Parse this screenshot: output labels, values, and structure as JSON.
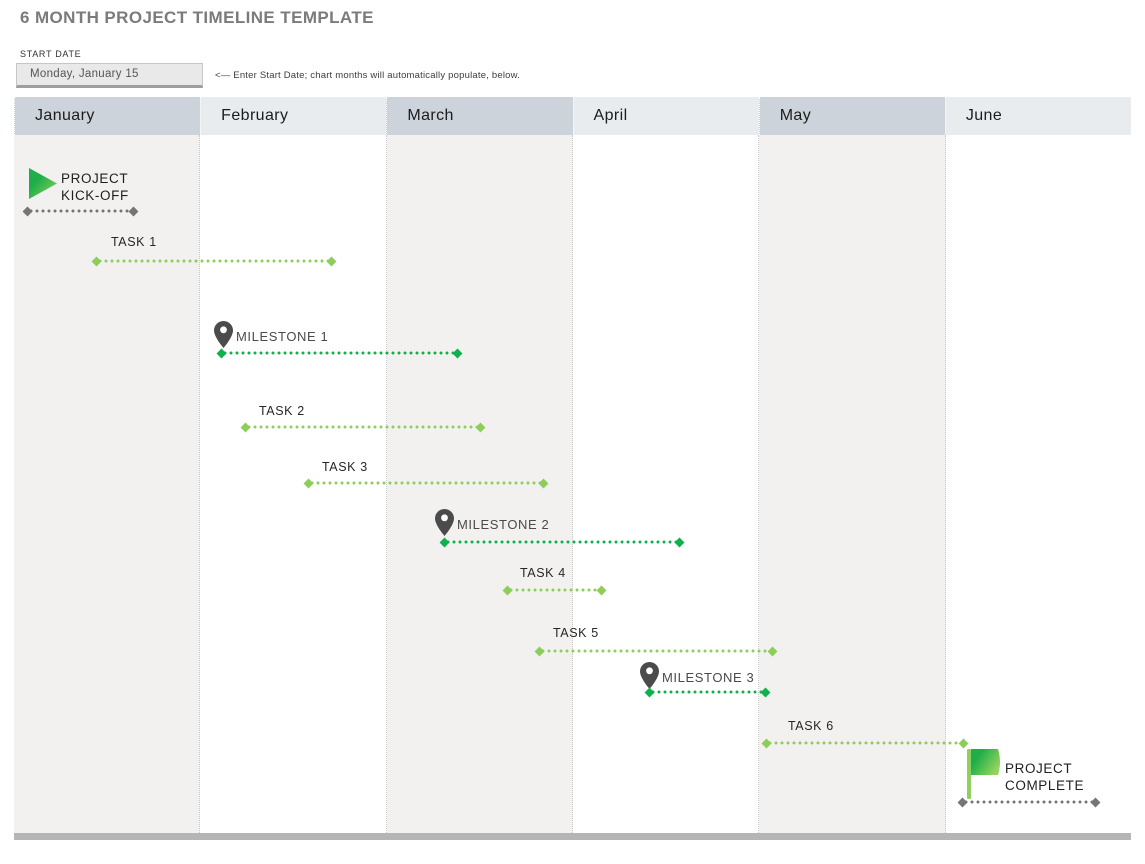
{
  "title": "6 MONTH PROJECT TIMELINE TEMPLATE",
  "start_date": {
    "label": "START DATE",
    "value": "Monday, January 15",
    "hint": "<— Enter Start Date; chart months will automatically populate, below."
  },
  "months": [
    "January",
    "February",
    "March",
    "April",
    "May",
    "June"
  ],
  "timeline": {
    "kickoff": {
      "line1": "PROJECT",
      "line2": "KICK-OFF"
    },
    "complete": {
      "line1": "PROJECT",
      "line2": "COMPLETE"
    },
    "tasks": [
      {
        "label": "TASK 1"
      },
      {
        "label": "TASK 2"
      },
      {
        "label": "TASK 3"
      },
      {
        "label": "TASK 4"
      },
      {
        "label": "TASK 5"
      },
      {
        "label": "TASK 6"
      }
    ],
    "milestones": [
      {
        "label": "MILESTONE 1"
      },
      {
        "label": "MILESTONE 2"
      },
      {
        "label": "MILESTONE 3"
      }
    ]
  },
  "colors": {
    "task_line": "#8DCE5A",
    "milestone_line": "#0EB14C",
    "marker_gray": "#757575",
    "header_dark": "#CDD3DA",
    "header_light": "#E9ECEF",
    "column_shade": "#F2F1EF",
    "icon_green_dark": "#1FAE4A",
    "icon_green_light": "#93D45C",
    "pin_gray": "#4B4B4B",
    "bottom_bar": "#B5B5B5"
  },
  "chart_data": {
    "type": "gantt",
    "title": "6 MONTH PROJECT TIMELINE TEMPLATE",
    "start_date": "Monday, January 15",
    "months": [
      "January",
      "February",
      "March",
      "April",
      "May",
      "June"
    ],
    "x_axis": "months (0 = start of January, 6 = end of June)",
    "items": [
      {
        "label": "PROJECT KICK-OFF",
        "kind": "event",
        "start_month": 0.08,
        "end_month": 0.64
      },
      {
        "label": "TASK 1",
        "kind": "task",
        "start_month": 0.45,
        "end_month": 1.7
      },
      {
        "label": "MILESTONE 1",
        "kind": "milestone",
        "start_month": 1.12,
        "end_month": 2.38
      },
      {
        "label": "TASK 2",
        "kind": "task",
        "start_month": 1.25,
        "end_month": 2.5
      },
      {
        "label": "TASK 3",
        "kind": "task",
        "start_month": 1.58,
        "end_month": 2.84
      },
      {
        "label": "MILESTONE 2",
        "kind": "milestone",
        "start_month": 2.31,
        "end_month": 3.57
      },
      {
        "label": "TASK 4",
        "kind": "task",
        "start_month": 2.65,
        "end_month": 3.15
      },
      {
        "label": "TASK 5",
        "kind": "task",
        "start_month": 2.82,
        "end_month": 4.07
      },
      {
        "label": "MILESTONE 3",
        "kind": "milestone",
        "start_month": 3.41,
        "end_month": 4.03
      },
      {
        "label": "TASK 6",
        "kind": "task",
        "start_month": 4.04,
        "end_month": 5.1
      },
      {
        "label": "PROJECT COMPLETE",
        "kind": "event",
        "start_month": 5.1,
        "end_month": 5.8
      }
    ]
  }
}
